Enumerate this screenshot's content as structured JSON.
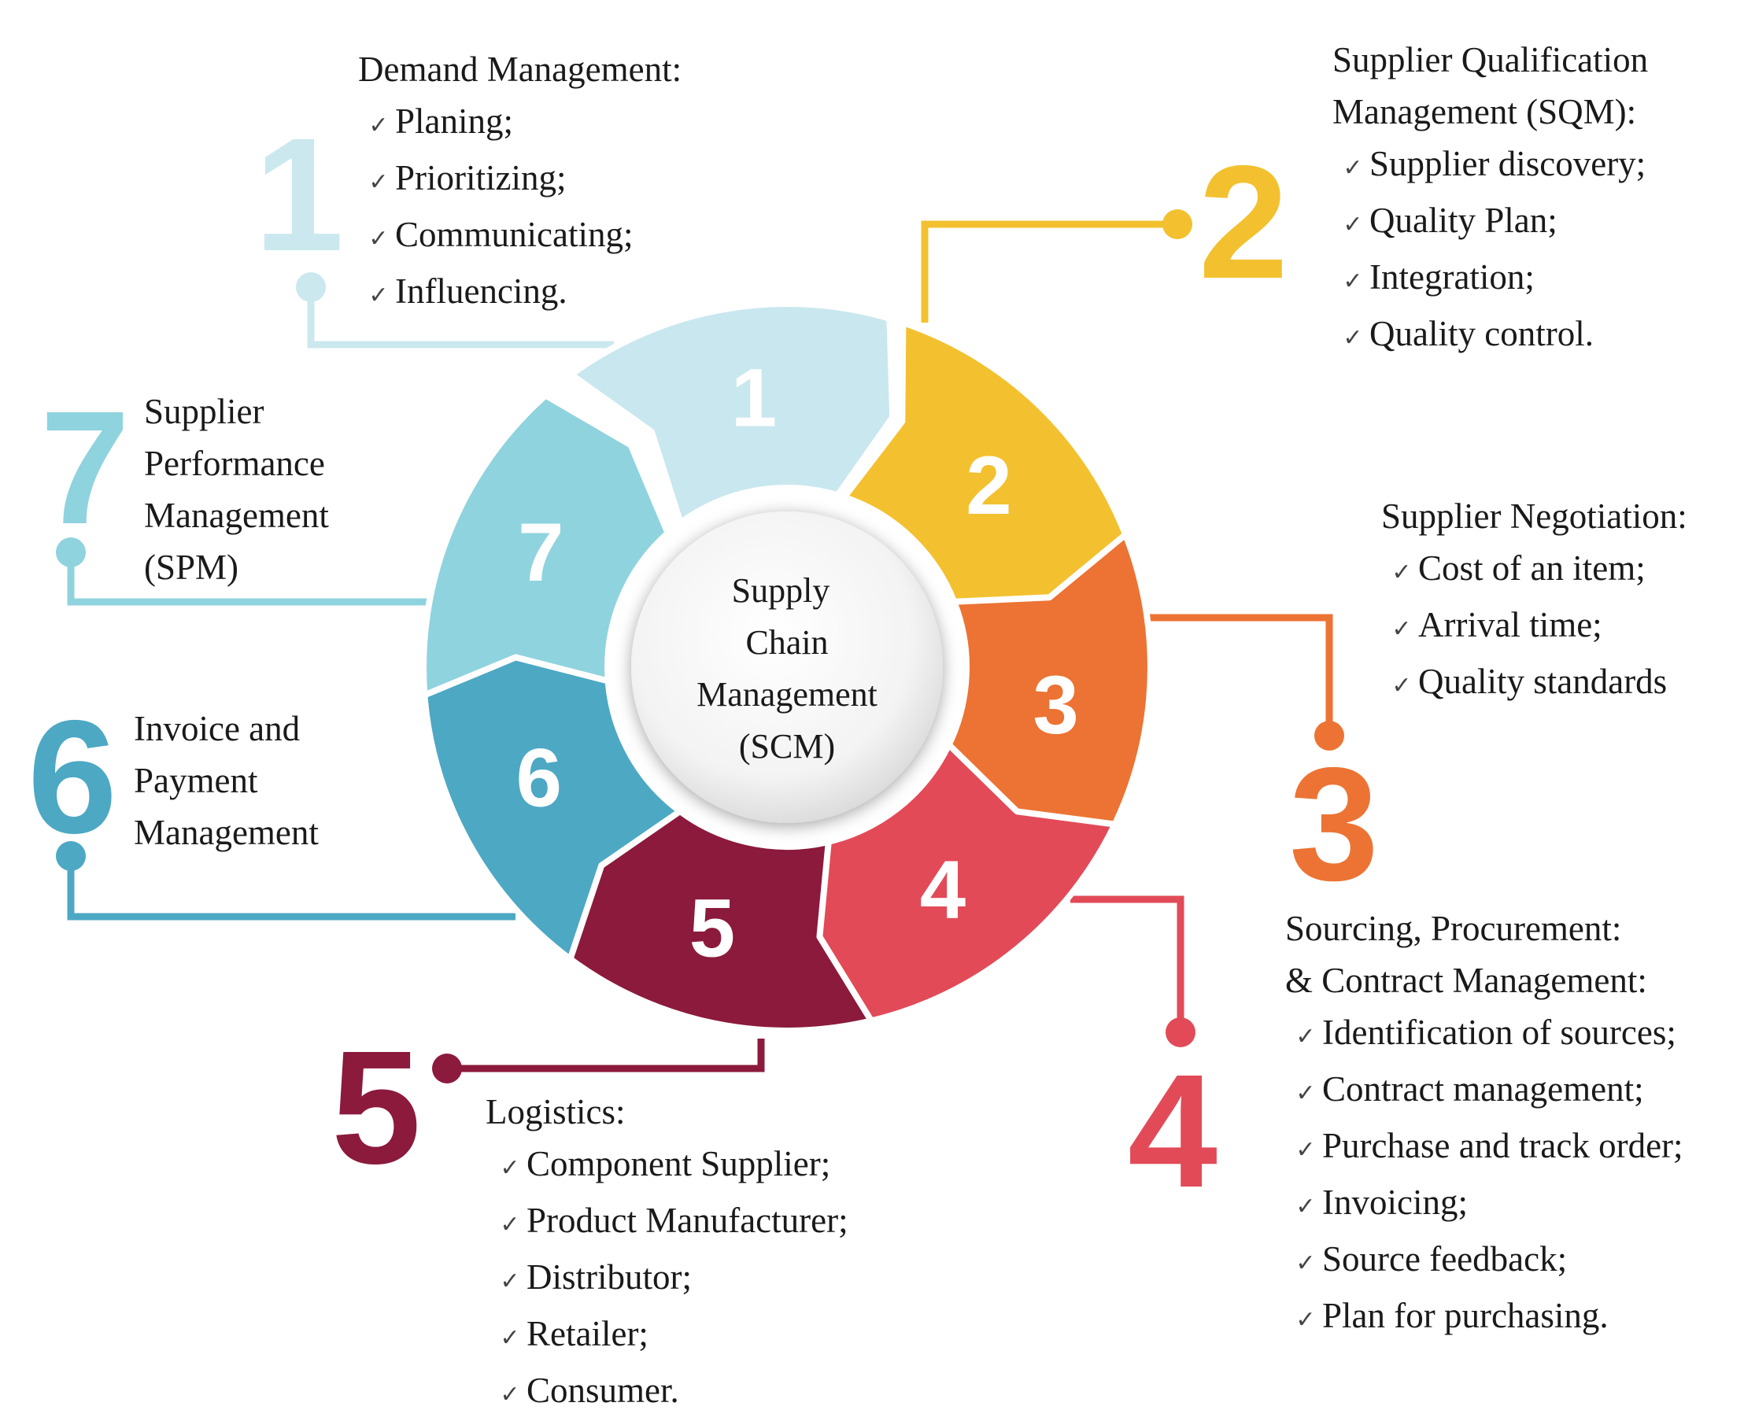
{
  "center": {
    "lines": [
      "Supply",
      "Chain",
      "Management",
      "(SCM)"
    ]
  },
  "colors": {
    "s1": "#c9e7ee",
    "s2": "#f3c12f",
    "s3": "#ec7333",
    "s4": "#e24a58",
    "s5": "#8b1a3c",
    "s6": "#4da8c4",
    "s7": "#8fd3de",
    "big1": "#cbe8ee",
    "big7": "#8fd3de"
  },
  "segments": [
    {
      "number": "1"
    },
    {
      "number": "2"
    },
    {
      "number": "3"
    },
    {
      "number": "4"
    },
    {
      "number": "5"
    },
    {
      "number": "6"
    },
    {
      "number": "7"
    }
  ],
  "callouts": {
    "demand": {
      "number": "1",
      "title": "Demand Management:",
      "items": [
        "Planing;",
        "Prioritizing;",
        "Communicating;",
        "Influencing."
      ]
    },
    "sqm": {
      "number": "2",
      "title_lines": [
        "Supplier Qualification",
        "Management (SQM):"
      ],
      "items": [
        "Supplier discovery;",
        "Quality Plan;",
        "Integration;",
        "Quality control."
      ]
    },
    "negotiation": {
      "number": "3",
      "title": "Supplier Negotiation:",
      "items": [
        "Cost of an item;",
        "Arrival time;",
        "Quality standards"
      ]
    },
    "sourcing": {
      "number": "4",
      "title_lines": [
        "Sourcing, Procurement:",
        "& Contract Management:"
      ],
      "items": [
        "Identification of sources;",
        "Contract management;",
        "Purchase and track order;",
        "Invoicing;",
        "Source feedback;",
        "Plan for purchasing."
      ]
    },
    "logistics": {
      "number": "5",
      "title": "Logistics:",
      "items": [
        "Component Supplier;",
        "Product Manufacturer;",
        "Distributor;",
        "Retailer;",
        "Consumer."
      ]
    },
    "invoice": {
      "number": "6",
      "title_lines": [
        "Invoice and",
        "Payment",
        "Management"
      ]
    },
    "spm": {
      "number": "7",
      "title_lines": [
        "Supplier",
        "Performance",
        "Management",
        "(SPM)"
      ]
    }
  },
  "check_symbol": "✓"
}
